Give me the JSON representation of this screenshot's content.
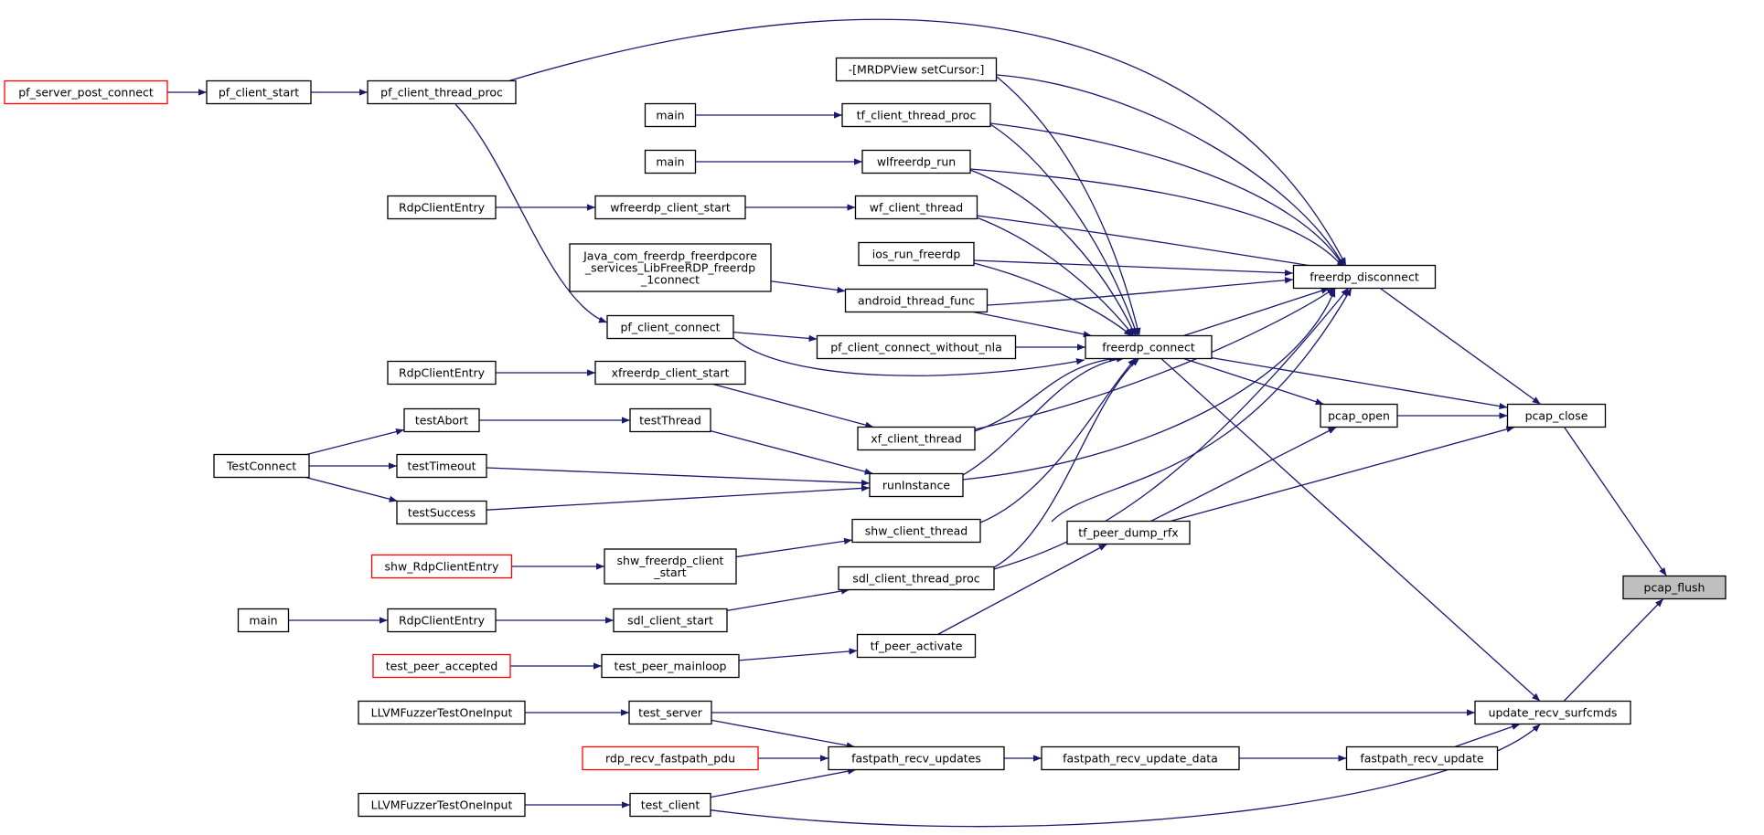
{
  "colors": {
    "edge": "#191970",
    "border": "#000000",
    "red_border": "#ff0000",
    "highlight_fill": "#bfbfbf"
  },
  "nodes": {
    "pcap_flush": {
      "lines": [
        "pcap_flush"
      ]
    },
    "pcap_close": {
      "lines": [
        "pcap_close"
      ]
    },
    "update_recv_surfcmds": {
      "lines": [
        "update_recv_surfcmds"
      ]
    },
    "freerdp_disconnect": {
      "lines": [
        "freerdp_disconnect"
      ]
    },
    "freerdp_connect": {
      "lines": [
        "freerdp_connect"
      ]
    },
    "pcap_open": {
      "lines": [
        "pcap_open"
      ]
    },
    "tf_peer_dump_rfx": {
      "lines": [
        "tf_peer_dump_rfx"
      ]
    },
    "fastpath_recv_update": {
      "lines": [
        "fastpath_recv_update"
      ]
    },
    "fastpath_recv_update_data": {
      "lines": [
        "fastpath_recv_update_data"
      ]
    },
    "fastpath_recv_updates": {
      "lines": [
        "fastpath_recv_updates"
      ]
    },
    "test_server": {
      "lines": [
        "test_server"
      ]
    },
    "test_client": {
      "lines": [
        "test_client"
      ]
    },
    "rdp_recv_fastpath_pdu": {
      "lines": [
        "rdp_recv_fastpath_pdu"
      ]
    },
    "llvm_fuzzer_1": {
      "lines": [
        "LLVMFuzzerTestOneInput"
      ]
    },
    "llvm_fuzzer_2": {
      "lines": [
        "LLVMFuzzerTestOneInput"
      ]
    },
    "mrdpview_setcursor": {
      "lines": [
        "-[MRDPView setCursor:]"
      ]
    },
    "tf_client_thread_proc": {
      "lines": [
        "tf_client_thread_proc"
      ]
    },
    "wlfreerdp_run": {
      "lines": [
        "wlfreerdp_run"
      ]
    },
    "wf_client_thread": {
      "lines": [
        "wf_client_thread"
      ]
    },
    "ios_run_freerdp": {
      "lines": [
        "ios_run_freerdp"
      ]
    },
    "android_thread_func": {
      "lines": [
        "android_thread_func"
      ]
    },
    "pf_client_connect_without_nla": {
      "lines": [
        "pf_client_connect_without_nla"
      ]
    },
    "xf_client_thread": {
      "lines": [
        "xf_client_thread"
      ]
    },
    "runinstance": {
      "lines": [
        "runInstance"
      ]
    },
    "shw_client_thread": {
      "lines": [
        "shw_client_thread"
      ]
    },
    "sdl_client_thread_proc": {
      "lines": [
        "sdl_client_thread_proc"
      ]
    },
    "tf_peer_activate": {
      "lines": [
        "tf_peer_activate"
      ]
    },
    "pf_client_thread_proc": {
      "lines": [
        "pf_client_thread_proc"
      ]
    },
    "pf_client_start": {
      "lines": [
        "pf_client_start"
      ]
    },
    "pf_server_post_connect": {
      "lines": [
        "pf_server_post_connect"
      ]
    },
    "main_1": {
      "lines": [
        "main"
      ]
    },
    "main_2": {
      "lines": [
        "main"
      ]
    },
    "main_3": {
      "lines": [
        "main"
      ]
    },
    "wfreerdp_client_start": {
      "lines": [
        "wfreerdp_client_start"
      ]
    },
    "rdpcliententry_1": {
      "lines": [
        "RdpClientEntry"
      ]
    },
    "java_connect": {
      "lines": [
        "Java_com_freerdp_freerdpcore",
        "_services_LibFreeRDP_freerdp",
        "_1connect"
      ]
    },
    "pf_client_connect": {
      "lines": [
        "pf_client_connect"
      ]
    },
    "xfreerdp_client_start": {
      "lines": [
        "xfreerdp_client_start"
      ]
    },
    "rdpcliententry_2": {
      "lines": [
        "RdpClientEntry"
      ]
    },
    "rdpcliententry_3": {
      "lines": [
        "RdpClientEntry"
      ]
    },
    "testabort": {
      "lines": [
        "testAbort"
      ]
    },
    "testthread": {
      "lines": [
        "testThread"
      ]
    },
    "testtimeout": {
      "lines": [
        "testTimeout"
      ]
    },
    "testsuccess": {
      "lines": [
        "testSuccess"
      ]
    },
    "testconnect": {
      "lines": [
        "TestConnect"
      ]
    },
    "shw_freerdp_client_start": {
      "lines": [
        "shw_freerdp_client",
        "_start"
      ]
    },
    "shw_rdpcliententry": {
      "lines": [
        "shw_RdpClientEntry"
      ]
    },
    "sdl_client_start": {
      "lines": [
        "sdl_client_start"
      ]
    },
    "test_peer_mainloop": {
      "lines": [
        "test_peer_mainloop"
      ]
    },
    "test_peer_accepted": {
      "lines": [
        "test_peer_accepted"
      ]
    }
  }
}
